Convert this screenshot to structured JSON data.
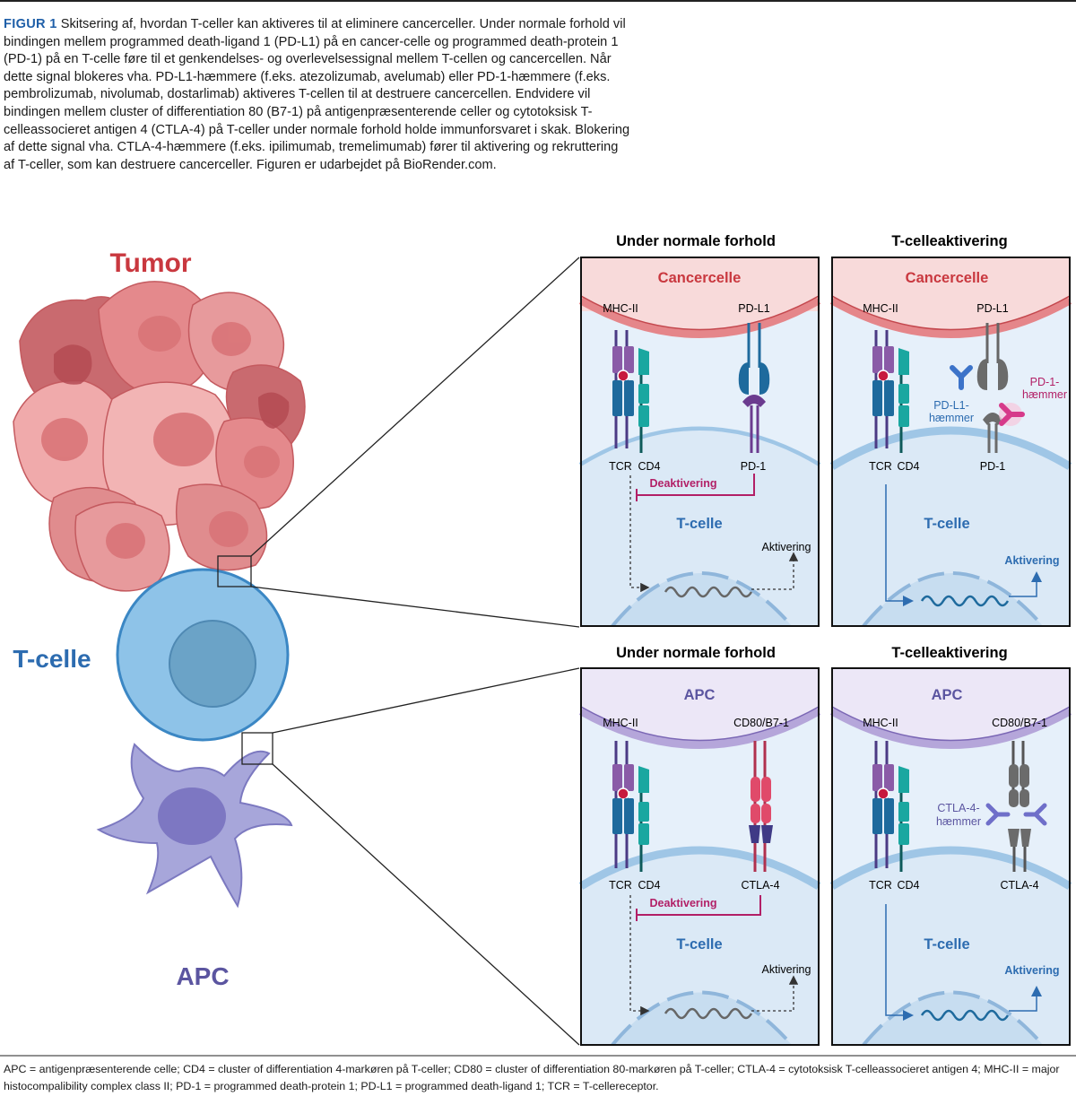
{
  "caption": {
    "figure_label": "FIGUR 1",
    "text": "Skitsering af, hvordan T-celler kan aktiveres til at eliminere cancerceller. Under normale forhold vil bindingen mellem programmed death-ligand 1 (PD-L1) på en cancer-celle og programmed death-protein 1 (PD-1) på en T-celle føre til et genkendelses- og overlevelsessignal mellem T-cellen og cancercellen. Når dette signal blokeres vha. PD-L1-hæmmere (f.eks. atezolizumab, avelumab) eller PD-1-hæmmere (f.eks. pembrolizumab, nivolumab, dostarlimab) aktiveres T-cellen til at destruere cancercellen. Endvidere vil bindingen mellem cluster of differentiation 80 (B7-1) på antigenpræsenterende celler og cytotoksisk T-celleassocieret antigen 4 (CTLA-4) på T-celler under normale forhold holde immunforsvaret i skak. Blokering af dette signal vha. CTLA-4-hæmmere (f.eks. ipilimumab, tremelimumab) fører til aktivering og rekruttering af T-celler, som kan destruere cancerceller. Figuren er udarbejdet på BioRender.com."
  },
  "overview": {
    "tumor_label": "Tumor",
    "tcell_label": "T-celle",
    "apc_label": "APC"
  },
  "panels": {
    "top_left": {
      "heading": "Under normale forhold",
      "cell_top": "Cancercelle",
      "mhc": "MHC-II",
      "ligand": "PD-L1",
      "tcr": "TCR",
      "cd4": "CD4",
      "receptor": "PD-1",
      "signal": "Deaktivering",
      "tcell": "T-celle",
      "activation": "Aktivering"
    },
    "top_right": {
      "heading": "T-celleaktivering",
      "cell_top": "Cancercelle",
      "mhc": "MHC-II",
      "ligand": "PD-L1",
      "tcr": "TCR",
      "cd4": "CD4",
      "receptor": "PD-1",
      "inhib_a_1": "PD-L1-",
      "inhib_a_2": "hæmmer",
      "inhib_b_1": "PD-1-",
      "inhib_b_2": "hæmmer",
      "tcell": "T-celle",
      "activation": "Aktivering"
    },
    "bottom_left": {
      "heading": "Under normale forhold",
      "cell_top": "APC",
      "mhc": "MHC-II",
      "ligand": "CD80/B7-1",
      "tcr": "TCR",
      "cd4": "CD4",
      "receptor": "CTLA-4",
      "signal": "Deaktivering",
      "tcell": "T-celle",
      "activation": "Aktivering"
    },
    "bottom_right": {
      "heading": "T-celleaktivering",
      "cell_top": "APC",
      "mhc": "MHC-II",
      "ligand": "CD80/B7-1",
      "tcr": "TCR",
      "cd4": "CD4",
      "receptor": "CTLA-4",
      "inhib_1": "CTLA-4-",
      "inhib_2": "hæmmer",
      "tcell": "T-celle",
      "activation": "Aktivering"
    }
  },
  "footnote": "APC = antigenpræsenterende celle; CD4 = cluster of differentiation 4-markøren på T-celler; CD80 = cluster of differentiation 80-markøren på T-celler; CTLA-4 = cytotoksisk T-celleassocieret antigen 4; MHC-II = major histocompalibility complex class II; PD-1 = programmed death-protein 1; PD-L1 = programmed death-ligand 1; TCR = T-cellereceptor.",
  "colors": {
    "cancer_red": "#c9383f",
    "tcell_blue": "#2d6cb0",
    "apc_purple": "#5b55a0",
    "inhibit_magenta": "#b21f66",
    "caption_blue": "#1f5fa8"
  }
}
